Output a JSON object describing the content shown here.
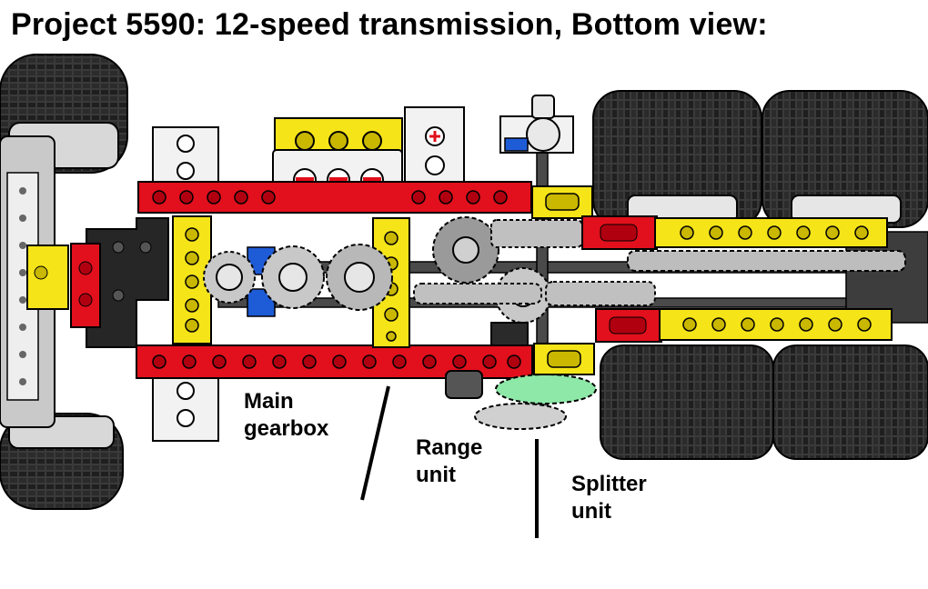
{
  "title": "Project 5590: 12-speed transmission, Bottom view:",
  "labels": {
    "main": [
      "Main",
      "gearbox"
    ],
    "range": [
      "Range",
      "unit"
    ],
    "splitter": [
      "Splitter",
      "unit"
    ]
  },
  "colors": {
    "beam_red": "#e1101c",
    "beam_yellow": "#f5e418",
    "tire": "#3a3a3a",
    "tire_tread": "#1f1f1f",
    "hub_grey": "#d8d8d8",
    "gear_grey": "#b8b8b8",
    "gear_green": "#8ee8a8",
    "blue_part": "#1e5bd6",
    "black_part": "#262626",
    "plate_white": "#f2f2f2",
    "outline": "#000000"
  }
}
